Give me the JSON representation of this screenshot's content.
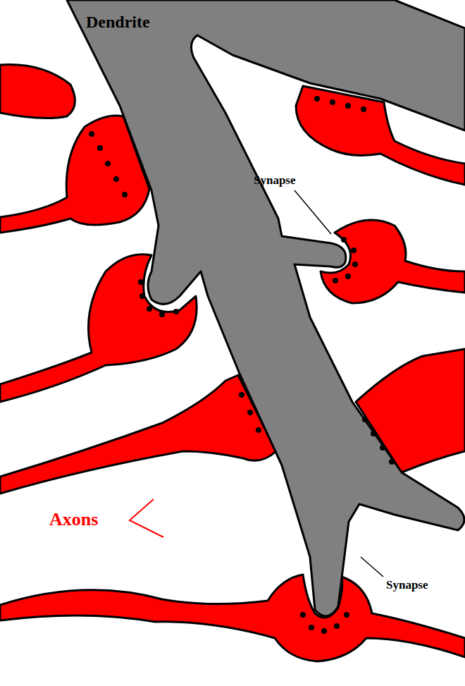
{
  "diagram": {
    "labels": [
      "Dendrite",
      "Synapse",
      "Axons",
      "Synapse"
    ]
  }
}
